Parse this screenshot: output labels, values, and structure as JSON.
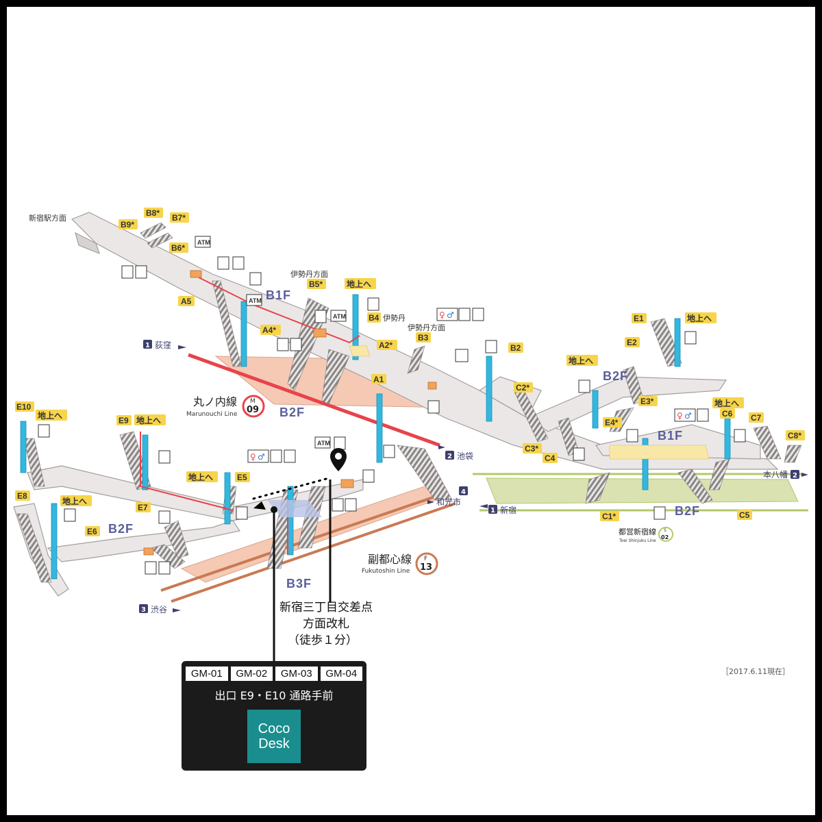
{
  "floors": {
    "b1f_left": "B1F",
    "b2f_mid": "B2F",
    "b2f_right": "B2F",
    "b1f_right": "B1F",
    "b2f_lower_right": "B2F",
    "b2f_left": "B2F",
    "b3f": "B3F"
  },
  "exits": {
    "b9": "B9*",
    "b8": "B8*",
    "b7": "B7*",
    "b6": "B6*",
    "a5": "A5",
    "b5": "B5*",
    "b4": "B4",
    "a4": "A4*",
    "a2": "A2*",
    "b3": "B3",
    "a1": "A1",
    "b2": "B2",
    "c2": "C2*",
    "e1": "E1",
    "e2": "E2",
    "e3": "E3*",
    "e4": "E4*",
    "c3": "C3*",
    "c4": "C4",
    "c6": "C6",
    "c7": "C7",
    "c8": "C8*",
    "c1": "C1*",
    "c5": "C5",
    "e10": "E10",
    "e9": "E9",
    "e5": "E5",
    "e8": "E8",
    "e7": "E7",
    "e6": "E6"
  },
  "to_ground": "地上へ",
  "labels": {
    "shinjuku_station_dir": "新宿駅方面",
    "isetan_dir": "伊勢丹方面",
    "isetan_b4": "伊勢丹",
    "isetan_dir_2": "伊勢丹方面",
    "atm": "ATM"
  },
  "directions": {
    "ogikubo": "荻窪",
    "ogikubo_num": "1",
    "ikebukuro": "池袋",
    "ikebukuro_num": "2",
    "wakoshi": "和光市",
    "wakoshi_num": "4",
    "shibuya": "渋谷",
    "shibuya_num": "3",
    "shinjuku": "新宿",
    "shinjuku_num": "1",
    "motoyawata": "本八幡",
    "motoyawata_num": "2"
  },
  "lines": {
    "marunouchi_jp": "丸ノ内線",
    "marunouchi_en": "Marunouchi Line",
    "marunouchi_letter": "M",
    "marunouchi_no": "09",
    "fukutoshin_jp": "副都心線",
    "fukutoshin_en": "Fukutoshin Line",
    "fukutoshin_letter": "F",
    "fukutoshin_no": "13",
    "shinjuku_jp": "都営新宿線",
    "shinjuku_en": "Toei Shinjuku Line",
    "shinjuku_letter": "S",
    "shinjuku_no": "02"
  },
  "callout": {
    "line1": "新宿三丁目交差点",
    "line2": "方面改札",
    "line3": "（徒歩１分）"
  },
  "panel": {
    "codes": [
      "GM-01",
      "GM-02",
      "GM-03",
      "GM-04"
    ],
    "title": "出口 E9・E10 通路手前",
    "logo_line1": "Coco",
    "logo_line2": "Desk"
  },
  "date": "［2017.6.11現在］",
  "colors": {
    "marunouchi": "#e8434b",
    "fukutoshin": "#c97a53",
    "shinjuku_line": "#b3c86a",
    "elevator": "#33b7df",
    "badge": "#f7d44a",
    "floor_text": "#5a5f9a",
    "logo": "#1a8e8e"
  }
}
